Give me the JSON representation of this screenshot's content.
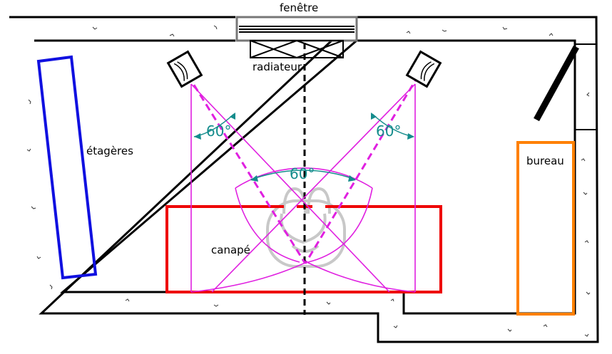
{
  "labels": {
    "window": "fenêtre",
    "radiator": "radiateur",
    "shelves": "étagères",
    "desk": "bureau",
    "sofa": "canapé"
  },
  "angles": {
    "left": "60°",
    "right": "60°",
    "center": "60°"
  },
  "colors": {
    "walls": "#000000",
    "shelves": "#1010e0",
    "sofa": "#ee0000",
    "desk": "#ff8000",
    "speaker_lines": "#e020e0",
    "angle_text": "#148c8c",
    "listener": "#c8c8c8"
  }
}
